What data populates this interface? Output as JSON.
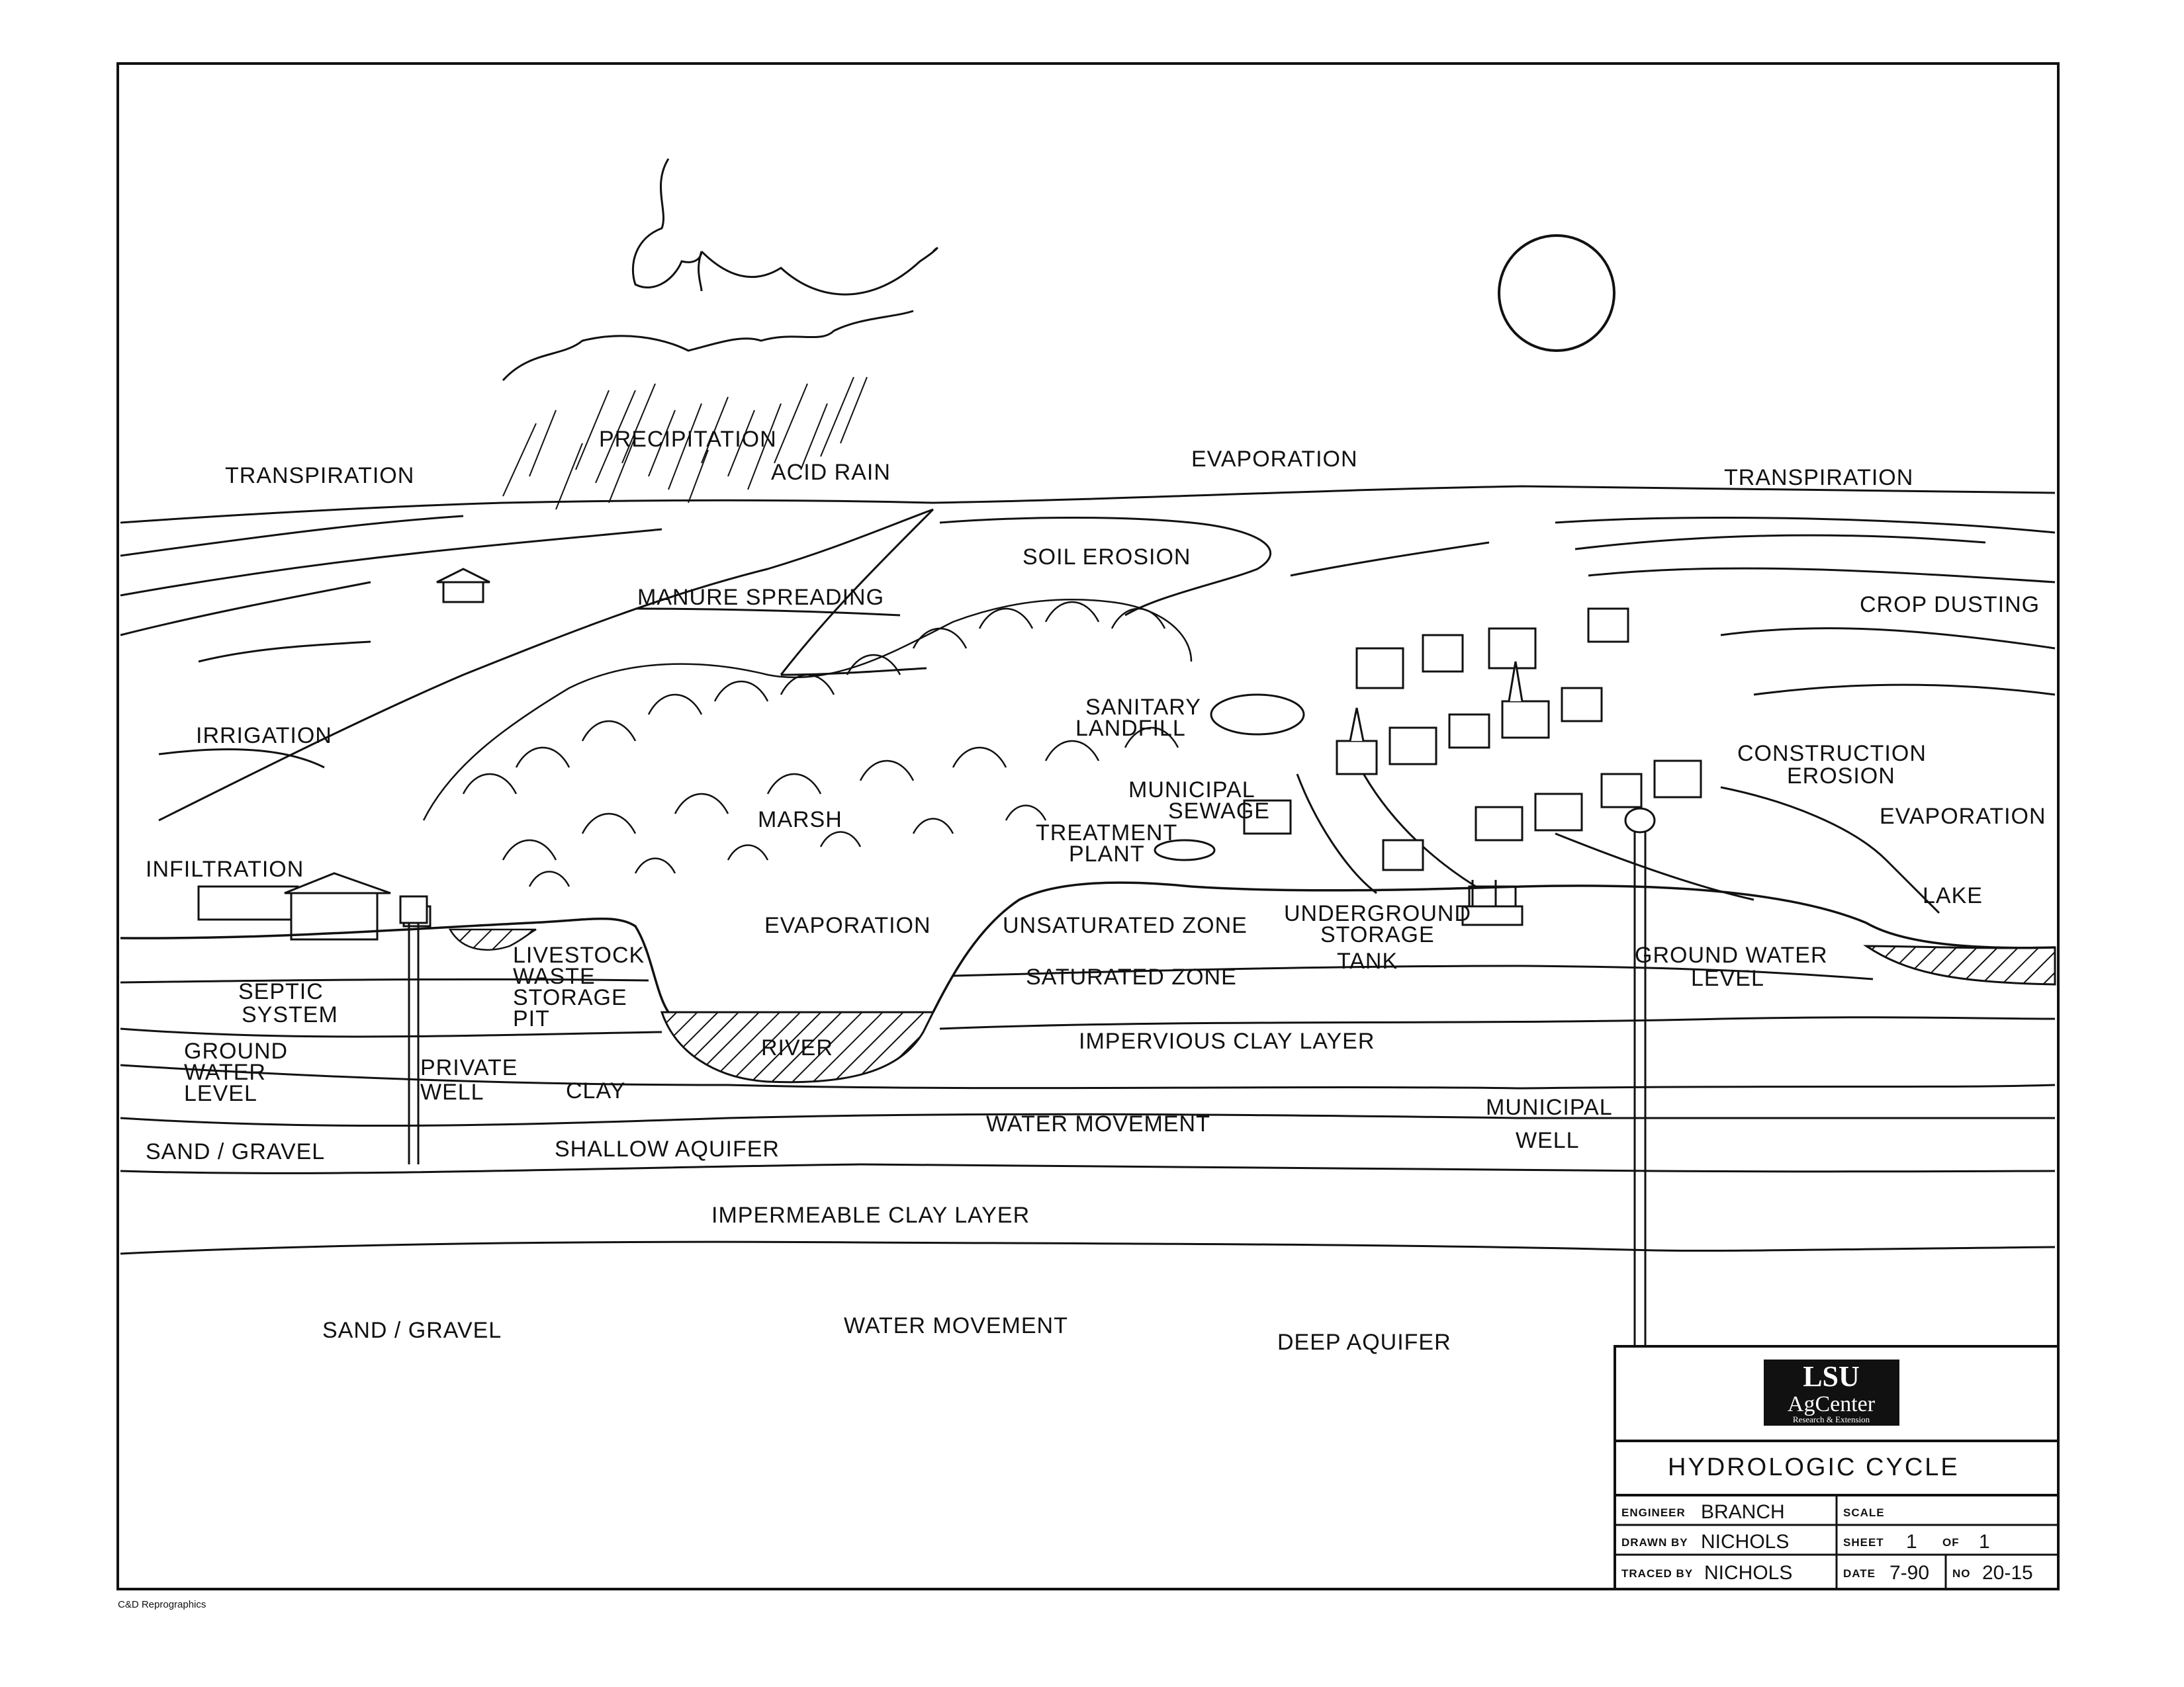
{
  "diagram": {
    "above_ground_labels": {
      "transpiration_left": "TRANSPIRATION",
      "precipitation": "PRECIPITATION",
      "acid_rain": "ACID RAIN",
      "evaporation_top": "EVAPORATION",
      "transpiration_right": "TRANSPIRATION",
      "soil_erosion": "SOIL EROSION",
      "manure_spreading": "MANURE SPREADING",
      "crop_dusting": "CROP DUSTING",
      "irrigation": "IRRIGATION",
      "sanitary_landfill_1": "SANITARY",
      "sanitary_landfill_2": "LANDFILL",
      "construction_erosion_1": "CONSTRUCTION",
      "construction_erosion_2": "EROSION",
      "municipal_sewage_1": "MUNICIPAL",
      "municipal_sewage_2": "SEWAGE",
      "treatment_plant_1": "TREATMENT",
      "treatment_plant_2": "PLANT",
      "marsh": "MARSH",
      "evaporation_right": "EVAPORATION",
      "infiltration": "INFILTRATION",
      "lake": "LAKE"
    },
    "subsurface_labels": {
      "evaporation_river": "EVAPORATION",
      "unsaturated_zone": "UNSATURATED ZONE",
      "underground_storage_tank_1": "UNDERGROUND",
      "underground_storage_tank_2": "STORAGE",
      "underground_storage_tank_3": "TANK",
      "septic_system_1": "SEPTIC",
      "septic_system_2": "SYSTEM",
      "livestock_pit_1": "LIVESTOCK",
      "livestock_pit_2": "WASTE",
      "livestock_pit_3": "STORAGE",
      "livestock_pit_4": "PIT",
      "saturated_zone": "SATURATED ZONE",
      "ground_water_level_right_1": "GROUND WATER",
      "ground_water_level_right_2": "LEVEL",
      "ground_water_level_left_1": "GROUND",
      "ground_water_level_left_2": "WATER",
      "ground_water_level_left_3": "LEVEL",
      "river": "RIVER",
      "impervious_clay_layer": "IMPERVIOUS CLAY  LAYER",
      "private_well_1": "PRIVATE",
      "private_well_2": "WELL",
      "clay": "CLAY",
      "municipal_well_1": "MUNICIPAL",
      "municipal_well_2": "WELL",
      "water_movement_upper": "WATER  MOVEMENT",
      "sand_gravel_upper": "SAND / GRAVEL",
      "shallow_aquifer": "SHALLOW  AQUIFER",
      "impermeable_clay_layer": "IMPERMEABLE  CLAY  LAYER",
      "sand_gravel_lower": "SAND / GRAVEL",
      "water_movement_lower": "WATER  MOVEMENT",
      "deep_aquifer": "DEEP  AQUIFER"
    }
  },
  "title_block": {
    "logo_line1": "LSU",
    "logo_line2": "AgCenter",
    "logo_line3": "Research & Extension",
    "title": "HYDROLOGIC  CYCLE",
    "engineer_label": "ENGINEER",
    "engineer_value": "BRANCH",
    "scale_label": "SCALE",
    "scale_value": "",
    "drawn_by_label": "DRAWN BY",
    "drawn_by_value": "NICHOLS",
    "sheet_label": "SHEET",
    "sheet_value": "1",
    "of_label": "OF",
    "of_value": "1",
    "traced_by_label": "TRACED BY",
    "traced_by_value": "NICHOLS",
    "date_label": "DATE",
    "date_value": "7-90",
    "no_label": "NO",
    "no_value": "20-15"
  },
  "footer": {
    "credit": "C&D Reprographics"
  }
}
